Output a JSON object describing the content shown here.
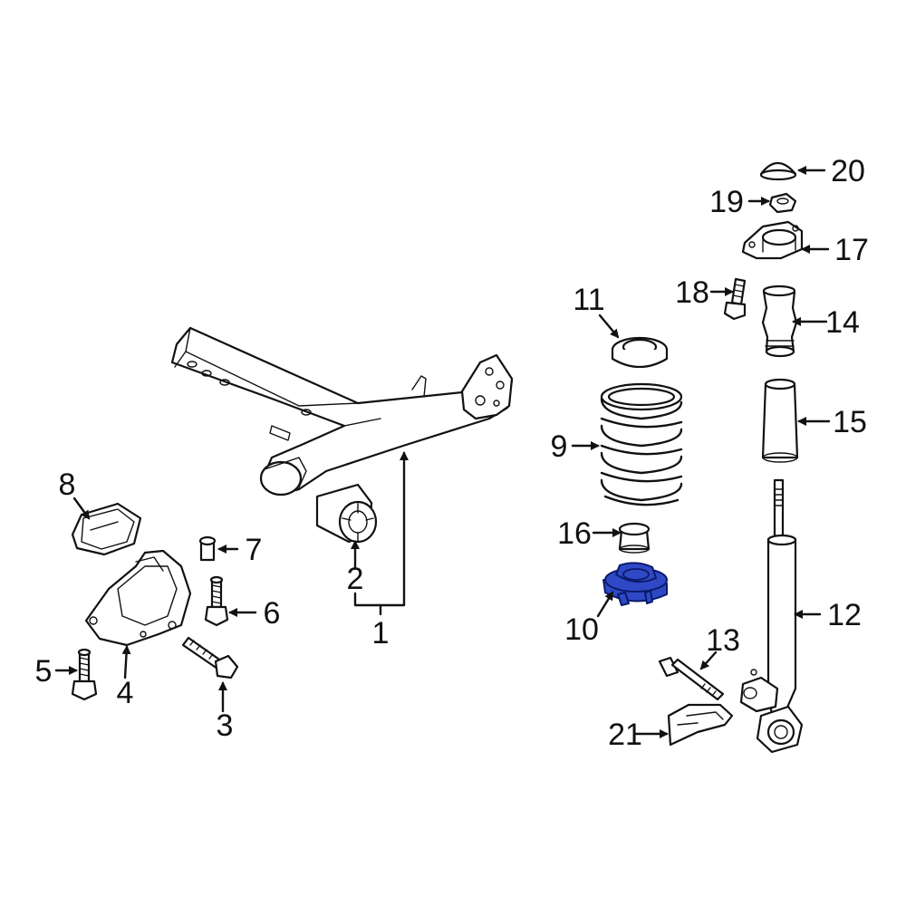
{
  "diagram": {
    "highlight_color": "#2f49c6",
    "callouts": [
      {
        "id": "1",
        "text": "1"
      },
      {
        "id": "2",
        "text": "2"
      },
      {
        "id": "3",
        "text": "3"
      },
      {
        "id": "4",
        "text": "4"
      },
      {
        "id": "5",
        "text": "5"
      },
      {
        "id": "6",
        "text": "6"
      },
      {
        "id": "7",
        "text": "7"
      },
      {
        "id": "8",
        "text": "8"
      },
      {
        "id": "9",
        "text": "9"
      },
      {
        "id": "10",
        "text": "10"
      },
      {
        "id": "11",
        "text": "11"
      },
      {
        "id": "12",
        "text": "12"
      },
      {
        "id": "13",
        "text": "13"
      },
      {
        "id": "14",
        "text": "14"
      },
      {
        "id": "15",
        "text": "15"
      },
      {
        "id": "16",
        "text": "16"
      },
      {
        "id": "17",
        "text": "17"
      },
      {
        "id": "18",
        "text": "18"
      },
      {
        "id": "19",
        "text": "19"
      },
      {
        "id": "20",
        "text": "20"
      },
      {
        "id": "21",
        "text": "21"
      }
    ]
  }
}
